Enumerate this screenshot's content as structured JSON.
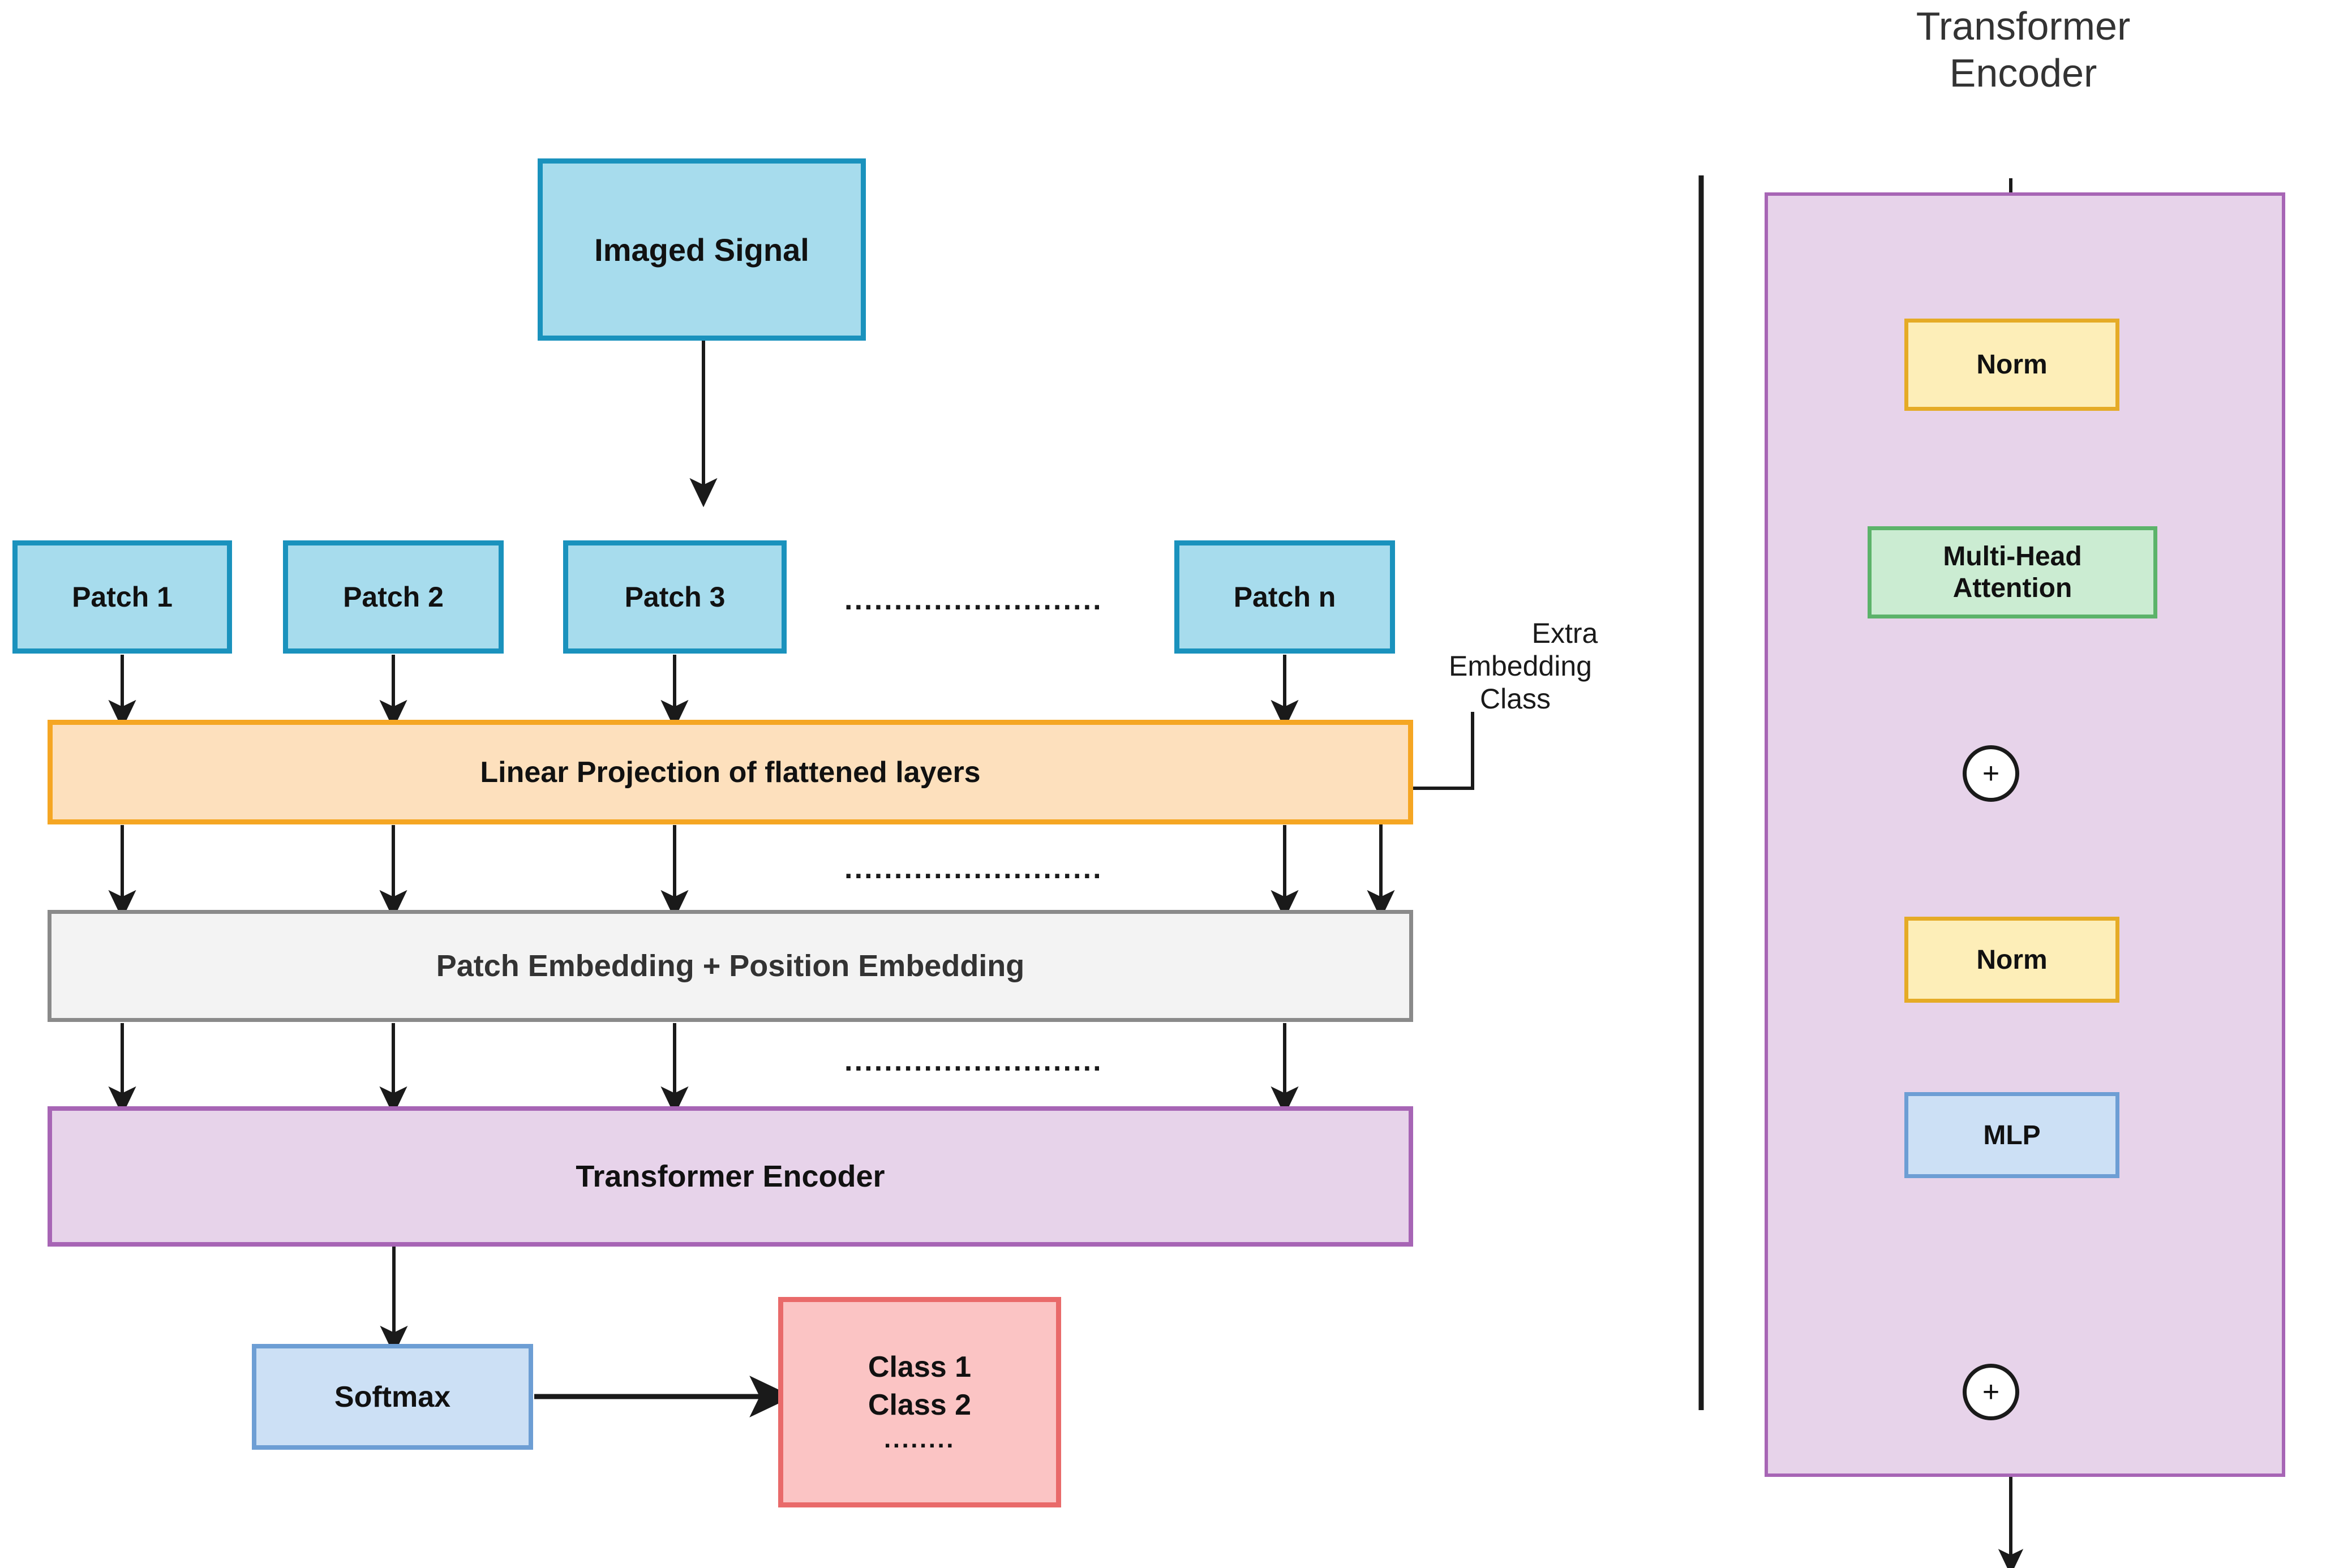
{
  "title_right": {
    "line1": "Transformer",
    "line2": "Encoder"
  },
  "left_pipeline": {
    "input_box": {
      "label": "Imaged Signal"
    },
    "patches": [
      {
        "label": "Patch 1"
      },
      {
        "label": "Patch 2"
      },
      {
        "label": "Patch 3"
      },
      {
        "label": "Patch n"
      }
    ],
    "patch_ellipsis": "..........................",
    "linear_projection": {
      "label": "Linear Projection of flattened layers"
    },
    "projection_ellipsis": "..........................",
    "embedding_bar": {
      "label": "Patch Embedding + Position Embedding"
    },
    "embedding_ellipsis": "..........................",
    "transformer_encoder_bar": {
      "label": "Transformer Encoder"
    },
    "extra_embedding_note": {
      "line1": "Extra",
      "line2": "Embedding",
      "line3": "Class"
    },
    "softmax": {
      "label": "Softmax"
    },
    "classes": {
      "line1": "Class 1",
      "line2": "Class 2",
      "line3": "........"
    }
  },
  "encoder_detail": {
    "norm_top": {
      "label": "Norm"
    },
    "attention": {
      "line1": "Multi-Head",
      "line2": "Attention"
    },
    "add_top": {
      "label": "+"
    },
    "norm_bottom": {
      "label": "Norm"
    },
    "mlp": {
      "label": "MLP"
    },
    "add_bottom": {
      "label": "+"
    }
  },
  "colors": {
    "cyan_fill": "#a7dced",
    "cyan_stroke": "#1a92bd",
    "orange_fill": "#fde0bd",
    "orange_stroke": "#f5a623",
    "gray_fill": "#f3f3f3",
    "gray_stroke": "#8a8a8a",
    "purple_fill": "#e7d3ea",
    "purple_stroke": "#a765b5",
    "blue_fill": "#cce0f5",
    "blue_stroke": "#6d9ed4",
    "red_fill": "#fbc4c4",
    "red_stroke": "#e96a6a",
    "yellow_fill": "#fdeeb8",
    "yellow_stroke": "#e5ab26",
    "green_fill": "#cbecd2",
    "green_stroke": "#5cb36a",
    "line": "#1a1a1a"
  }
}
